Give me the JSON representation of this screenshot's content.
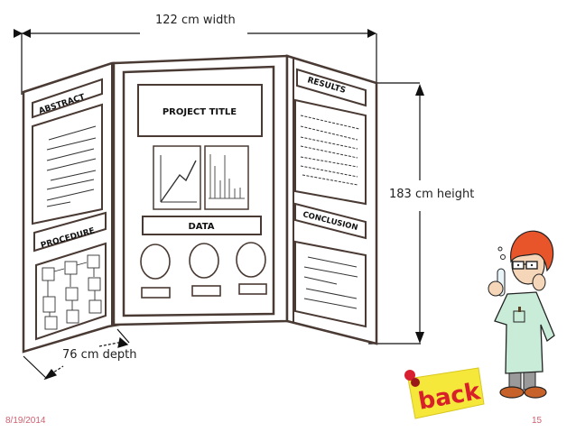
{
  "slide": {
    "dimensions": {
      "width_label": "122 cm width",
      "height_label": "183 cm height",
      "depth_label": "76 cm depth"
    },
    "board": {
      "left_panel": {
        "sections": [
          "ABSTRACT",
          "PROCEDURE"
        ]
      },
      "center_panel": {
        "title_box": "PROJECT TITLE",
        "data_label": "DATA",
        "charts": [
          "line-chart",
          "bar-chart"
        ],
        "circles": 3
      },
      "right_panel": {
        "sections": [
          "RESULTS",
          "CONCLUSION"
        ]
      }
    },
    "nav": {
      "back_label": "back"
    },
    "footer": {
      "date": "8/19/2014",
      "page_number": "15"
    },
    "colors": {
      "board_outline": "#4a3a34",
      "footer_text": "#d06070",
      "back_note": "#f5e83a",
      "back_text": "#d8202a",
      "scientist_hair": "#e8552a",
      "scientist_coat": "#c9ecd9"
    }
  }
}
